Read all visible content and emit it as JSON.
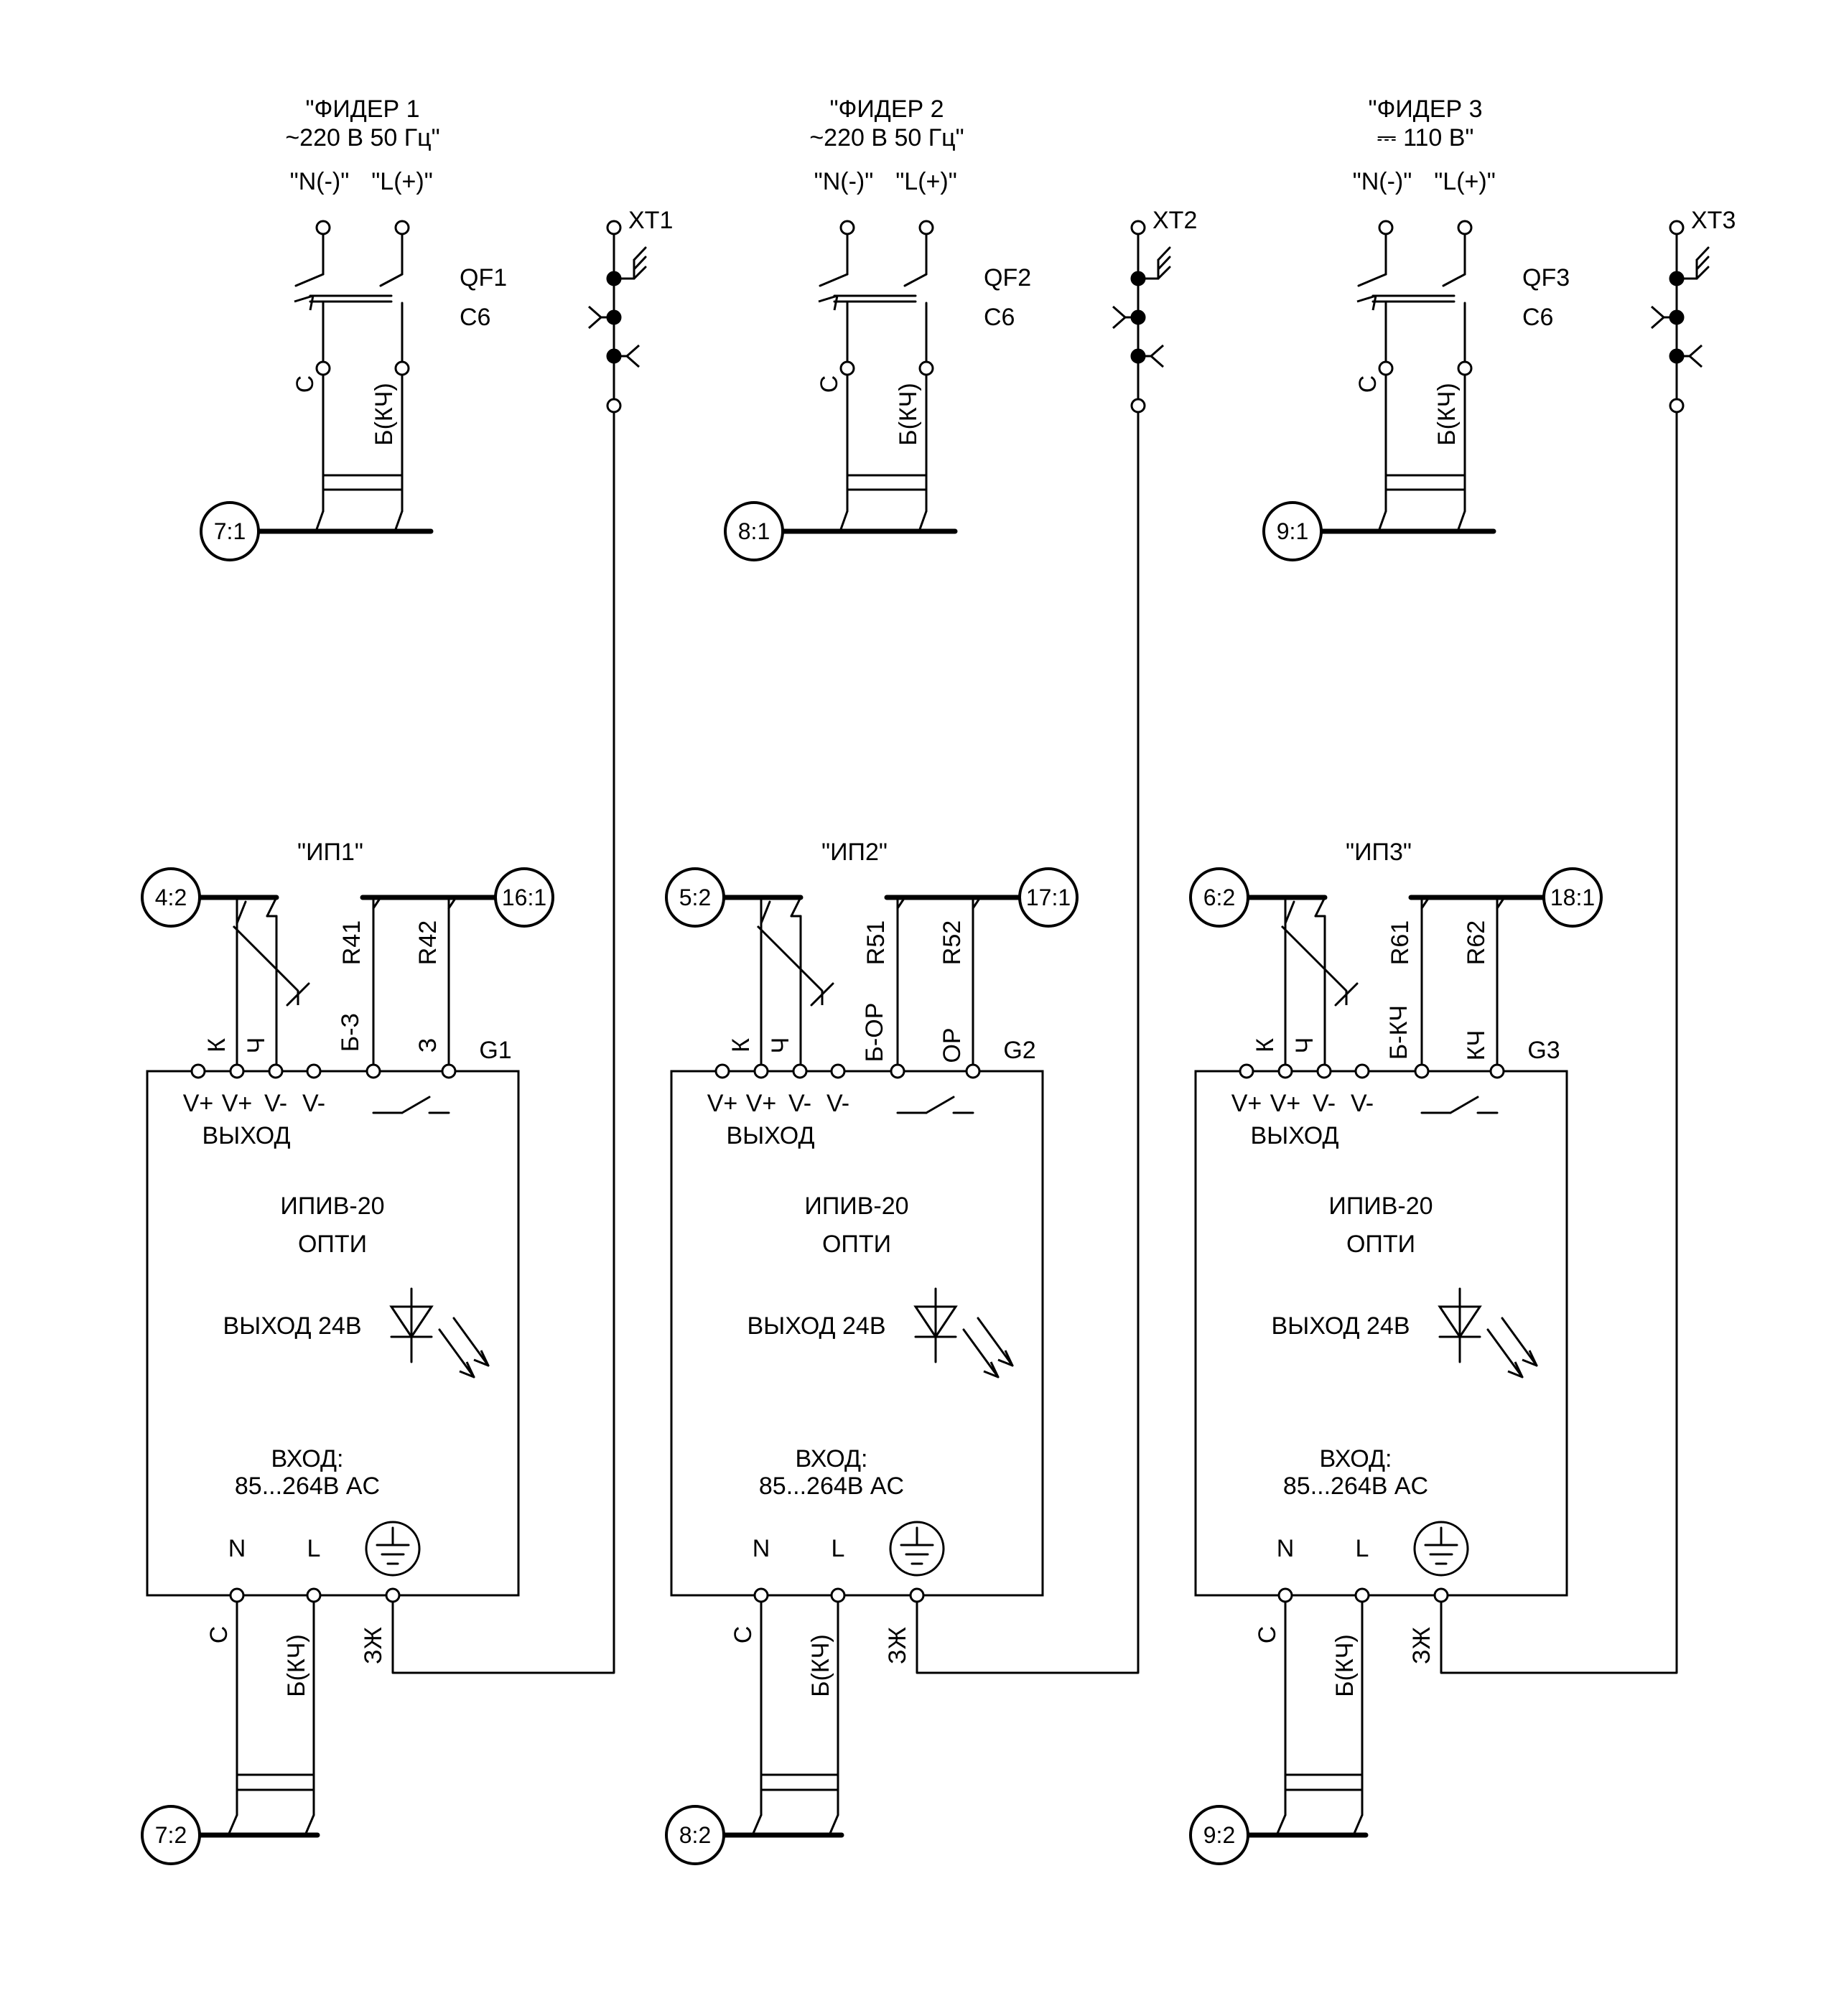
{
  "feeders": [
    {
      "title": "\"ФИДЕР 1",
      "voltage": "~220 В 50 Гц\"",
      "pole_n": "\"N(-)\"",
      "pole_l": "\"L(+)\"",
      "breaker": "QF1",
      "rating": "C6",
      "wire_left": "С",
      "wire_right": "Б(КЧ)",
      "ref": "7:1",
      "terminal": "XT1"
    },
    {
      "title": "\"ФИДЕР 2",
      "voltage": "~220 В 50 Гц\"",
      "pole_n": "\"N(-)\"",
      "pole_l": "\"L(+)\"",
      "breaker": "QF2",
      "rating": "C6",
      "wire_left": "С",
      "wire_right": "Б(КЧ)",
      "ref": "8:1",
      "terminal": "XT2"
    },
    {
      "title": "\"ФИДЕР 3",
      "voltage": "⎓ 110 В\"",
      "pole_n": "\"N(-)\"",
      "pole_l": "\"L(+)\"",
      "breaker": "QF3",
      "rating": "C6",
      "wire_left": "С",
      "wire_right": "Б(КЧ)",
      "ref": "9:1",
      "terminal": "XT3"
    }
  ],
  "supplies": [
    {
      "title": "\"ИП1\"",
      "ref_left": "4:2",
      "ref_right": "16:1",
      "r_a": "R41",
      "r_b": "R42",
      "w_k": "К",
      "w_ch": "Ч",
      "w_a": "Б-З",
      "w_b": "З",
      "id": "G1",
      "ref_bottom": "7:2"
    },
    {
      "title": "\"ИП2\"",
      "ref_left": "5:2",
      "ref_right": "17:1",
      "r_a": "R51",
      "r_b": "R52",
      "w_k": "К",
      "w_ch": "Ч",
      "w_a": "Б-ОР",
      "w_b": "ОР",
      "id": "G2",
      "ref_bottom": "8:2"
    },
    {
      "title": "\"ИП3\"",
      "ref_left": "6:2",
      "ref_right": "18:1",
      "r_a": "R61",
      "r_b": "R62",
      "w_k": "К",
      "w_ch": "Ч",
      "w_a": "Б-КЧ",
      "w_b": "КЧ",
      "id": "G3",
      "ref_bottom": "9:2"
    }
  ],
  "module": {
    "pins": [
      "V+",
      "V+",
      "V-",
      "V-"
    ],
    "output": "ВЫХОД",
    "name_1": "ИПИВ-20",
    "name_2": "ОПТИ",
    "led_label": "ВЫХОД 24В",
    "input_1": "ВХОД:",
    "input_2": "85...264В AC",
    "n": "N",
    "l": "L",
    "wire_n": "С",
    "wire_l": "Б(КЧ)",
    "wire_pe": "ЗЖ"
  }
}
